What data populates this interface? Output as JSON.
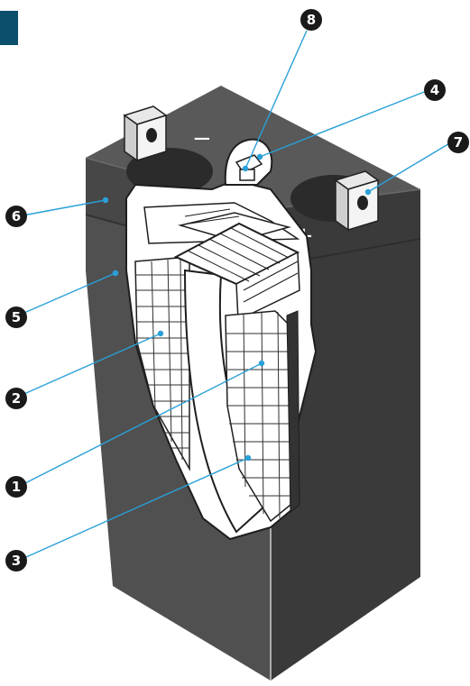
{
  "diagram": {
    "terminals": {
      "negative_sign": "−",
      "positive_sign": "+"
    },
    "callouts": [
      {
        "id": "callout-1",
        "number": "1",
        "symbol": "❶"
      },
      {
        "id": "callout-2",
        "number": "2",
        "symbol": "❷"
      },
      {
        "id": "callout-3",
        "number": "3",
        "symbol": "❸"
      },
      {
        "id": "callout-4",
        "number": "4",
        "symbol": "❹"
      },
      {
        "id": "callout-5",
        "number": "5",
        "symbol": "❺"
      },
      {
        "id": "callout-6",
        "number": "6",
        "symbol": "❻"
      },
      {
        "id": "callout-7",
        "number": "7",
        "symbol": "❼"
      },
      {
        "id": "callout-8",
        "number": "8",
        "symbol": "❽"
      }
    ],
    "colors": {
      "case_dark": "#4a4a4a",
      "case_front": "#555555",
      "case_side": "#3d3d3d",
      "lid_top": "#5a5a5a",
      "cutaway_fill": "#ffffff",
      "grid_line": "#2f2f2f",
      "leader_line": "#2aa0d8",
      "callout_fill": "#1a1a1a",
      "corner_tab": "#0b4f6c"
    }
  }
}
